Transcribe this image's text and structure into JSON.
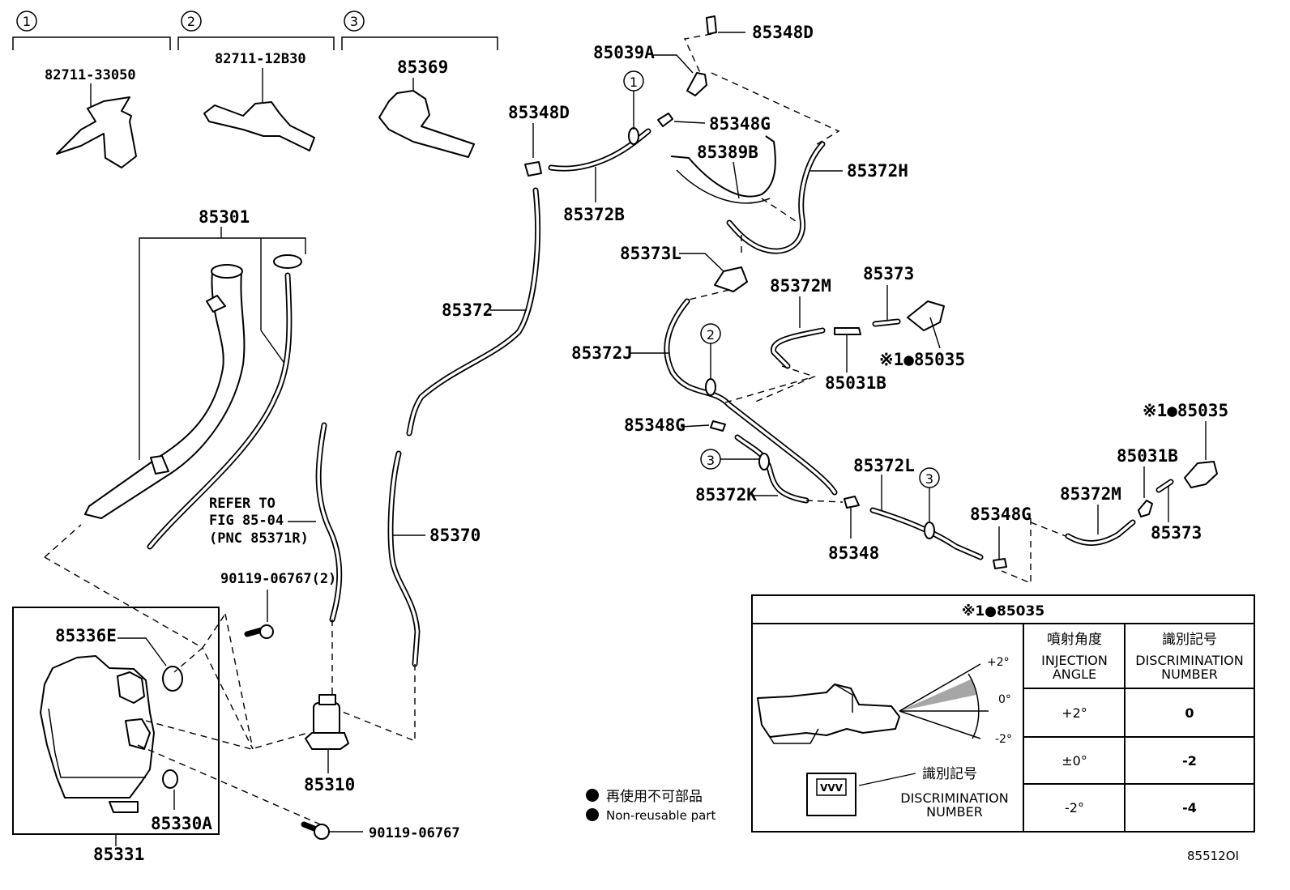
{
  "groups": [
    {
      "num": "1",
      "part": "82711-33050"
    },
    {
      "num": "2",
      "part": "82711-12B30"
    },
    {
      "num": "3",
      "part": "85369"
    }
  ],
  "labels": {
    "p85348D_top": "85348D",
    "p85039A": "85039A",
    "p85348D_mid": "85348D",
    "p85348G_top": "85348G",
    "p85389B": "85389B",
    "p85372H": "85372H",
    "p85372B": "85372B",
    "p85301": "85301",
    "p85372": "85372",
    "p85373L": "85373L",
    "p85372M_top": "85372M",
    "p85373_top": "85373",
    "p85035_top": "※1●85035",
    "p85372J": "85372J",
    "p85031B_top": "85031B",
    "p85348G_mid": "85348G",
    "p85035_right": "※1●85035",
    "p85031B_right": "85031B",
    "p85372L": "85372L",
    "p85372K": "85372K",
    "p85348G_right": "85348G",
    "p85372M_right": "85372M",
    "p85373_right": "85373",
    "p85348": "85348",
    "p85370": "85370",
    "p90119_2": "90119-06767(2)",
    "p85336E": "85336E",
    "p85310": "85310",
    "p85330A": "85330A",
    "p90119": "90119-06767",
    "p85331": "85331"
  },
  "callouts": {
    "c1": "1",
    "c2": "2",
    "c3a": "3",
    "c3b": "3"
  },
  "refer": {
    "line1": "REFER TO",
    "line2": "FIG 85-04",
    "line3": "(PNC 85371R)"
  },
  "legend": {
    "jp": "再使用不可部品",
    "en": "Non-reusable part"
  },
  "table": {
    "title": "※1●85035",
    "col1_jp": "噴射角度",
    "col1_en_1": "INJECTION",
    "col1_en_2": "ANGLE",
    "col2_jp": "識別記号",
    "col2_en_1": "DISCRIMINATION",
    "col2_en_2": "NUMBER",
    "rows": [
      {
        "angle": "+2°",
        "number": "0"
      },
      {
        "angle": "±0°",
        "number": "-2"
      },
      {
        "angle": "-2°",
        "number": "-4"
      }
    ],
    "angle_top": "+2°",
    "angle_mid": "0°",
    "angle_bot": "-2°",
    "disc_jp": "識別記号",
    "disc_en_1": "DISCRIMINATION",
    "disc_en_2": "NUMBER"
  },
  "figure_id": "85512OI"
}
